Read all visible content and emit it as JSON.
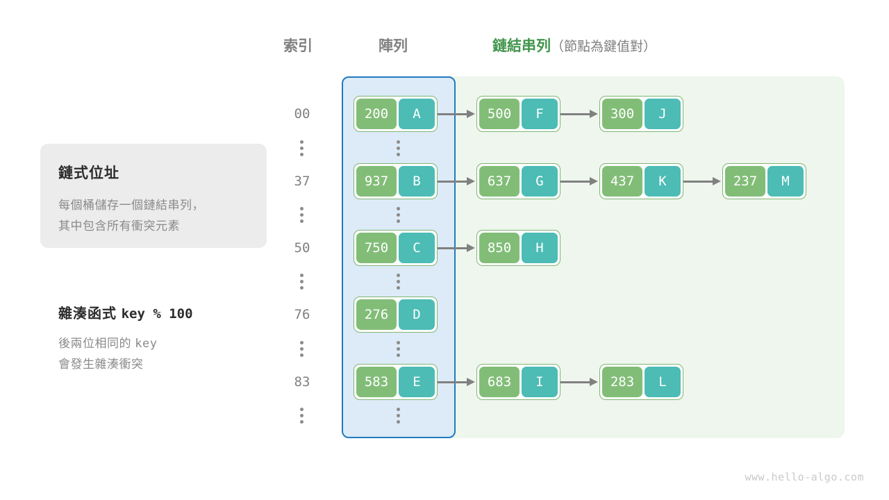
{
  "headers": {
    "index": "索引",
    "array": "陣列",
    "list_main": "鏈結串列",
    "list_sub": "（節點為鍵值對）"
  },
  "info_card": {
    "title": "鏈式位址",
    "line1": "每個桶儲存一個鏈結串列，",
    "line2": "其中包含所有衝突元素"
  },
  "hash_note": {
    "title_label": "雜湊函式",
    "title_code": "key % 100",
    "line1_prefix": "後兩位相同的",
    "line1_code": "key",
    "line2": "會發生雜湊衝突"
  },
  "buckets": [
    {
      "index": "00",
      "array_node": {
        "key": "200",
        "value": "A"
      },
      "chain": [
        {
          "key": "500",
          "value": "F"
        },
        {
          "key": "300",
          "value": "J"
        }
      ]
    },
    {
      "index": "37",
      "array_node": {
        "key": "937",
        "value": "B"
      },
      "chain": [
        {
          "key": "637",
          "value": "G"
        },
        {
          "key": "437",
          "value": "K"
        },
        {
          "key": "237",
          "value": "M"
        }
      ]
    },
    {
      "index": "50",
      "array_node": {
        "key": "750",
        "value": "C"
      },
      "chain": [
        {
          "key": "850",
          "value": "H"
        }
      ]
    },
    {
      "index": "76",
      "array_node": {
        "key": "276",
        "value": "D"
      },
      "chain": []
    },
    {
      "index": "83",
      "array_node": {
        "key": "583",
        "value": "E"
      },
      "chain": [
        {
          "key": "683",
          "value": "I"
        },
        {
          "key": "283",
          "value": "L"
        }
      ]
    }
  ],
  "watermark": "www.hello-algo.com",
  "colors": {
    "key_box": "#82bd78",
    "value_box": "#4cbcb5",
    "array_panel_border": "#1f7ac0",
    "array_panel_fill": "#dcebf7",
    "list_panel_fill": "#eef6ed",
    "list_header_green": "#41954b",
    "arrow": "#808080",
    "card_background": "#ececec"
  },
  "layout": {
    "row_tops": [
      135,
      232,
      328,
      424,
      521
    ],
    "ellipsis_tops": [
      193,
      289,
      385,
      482,
      578
    ]
  }
}
